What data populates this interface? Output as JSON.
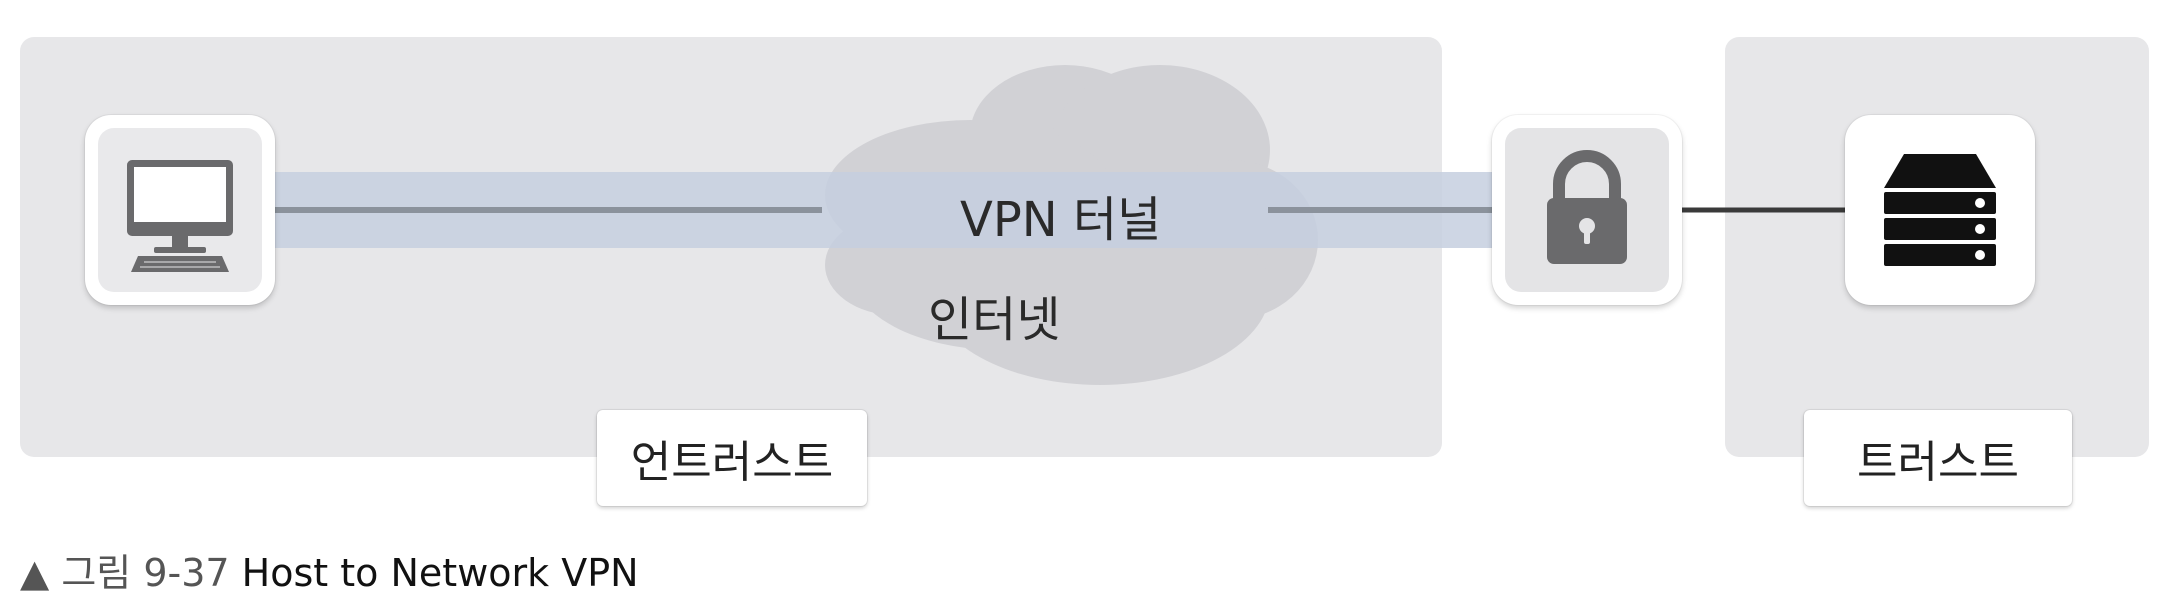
{
  "zones": {
    "untrusted_label": "언트러스트",
    "trusted_label": "트러스트"
  },
  "cloud": {
    "tunnel_label": "VPN 터널",
    "internet_label": "인터넷"
  },
  "icons": {
    "client": "desktop-computer-icon",
    "gateway": "padlock-icon",
    "server": "server-stack-icon"
  },
  "caption": {
    "marker": "▲",
    "prefix": "그림 9-37",
    "title": "Host to Network VPN"
  },
  "colors": {
    "zone_background": "#e7e7e9",
    "cloud": "#d1d1d5",
    "tunnel_band": "#c6cfdf",
    "tunnel_line": "#8b929c",
    "link_line": "#3a3a3a"
  }
}
